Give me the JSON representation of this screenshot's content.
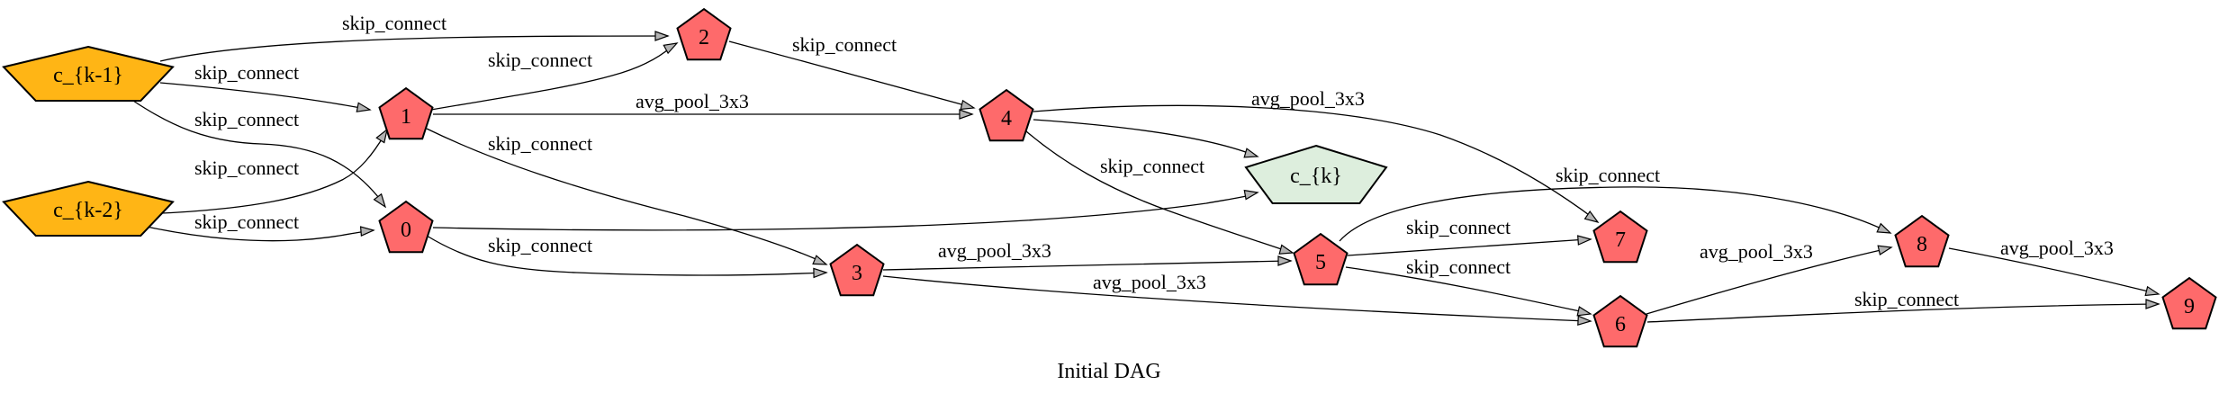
{
  "diagram": {
    "caption": "Initial DAG",
    "colors": {
      "input_node": "#ffb515",
      "op_node": "#fe6a6b",
      "output_node": "#ddeedd",
      "edge": "#000000",
      "arrowhead": "#b3b3b3"
    },
    "nodes": [
      {
        "id": "ck1",
        "label": "c_{k-1}",
        "role": "input"
      },
      {
        "id": "ck2",
        "label": "c_{k-2}",
        "role": "input"
      },
      {
        "id": "n0",
        "label": "0",
        "role": "op"
      },
      {
        "id": "n1",
        "label": "1",
        "role": "op"
      },
      {
        "id": "n2",
        "label": "2",
        "role": "op"
      },
      {
        "id": "n3",
        "label": "3",
        "role": "op"
      },
      {
        "id": "n4",
        "label": "4",
        "role": "op"
      },
      {
        "id": "n5",
        "label": "5",
        "role": "op"
      },
      {
        "id": "n6",
        "label": "6",
        "role": "op"
      },
      {
        "id": "n7",
        "label": "7",
        "role": "op"
      },
      {
        "id": "n8",
        "label": "8",
        "role": "op"
      },
      {
        "id": "n9",
        "label": "9",
        "role": "op"
      },
      {
        "id": "ck",
        "label": "c_{k}",
        "role": "output"
      }
    ],
    "edges": [
      {
        "id": "e-ck1-n2",
        "from": "ck1",
        "to": "n2",
        "label": "skip_connect"
      },
      {
        "id": "e-ck1-n1",
        "from": "ck1",
        "to": "n1",
        "label": "skip_connect"
      },
      {
        "id": "e-ck1-n0",
        "from": "ck1",
        "to": "n0",
        "label": "skip_connect"
      },
      {
        "id": "e-ck2-n1",
        "from": "ck2",
        "to": "n1",
        "label": "skip_connect"
      },
      {
        "id": "e-ck2-n0",
        "from": "ck2",
        "to": "n0",
        "label": "skip_connect"
      },
      {
        "id": "e-n1-n2",
        "from": "n1",
        "to": "n2",
        "label": "skip_connect"
      },
      {
        "id": "e-n1-n4",
        "from": "n1",
        "to": "n4",
        "label": "avg_pool_3x3"
      },
      {
        "id": "e-n1-n3",
        "from": "n1",
        "to": "n3",
        "label": "skip_connect"
      },
      {
        "id": "e-n0-n3",
        "from": "n0",
        "to": "n3",
        "label": "skip_connect"
      },
      {
        "id": "e-n0-ck",
        "from": "n0",
        "to": "ck",
        "label": ""
      },
      {
        "id": "e-n2-n4",
        "from": "n2",
        "to": "n4",
        "label": "skip_connect"
      },
      {
        "id": "e-n4-n7",
        "from": "n4",
        "to": "n7",
        "label": "avg_pool_3x3"
      },
      {
        "id": "e-n4-ck",
        "from": "n4",
        "to": "ck",
        "label": ""
      },
      {
        "id": "e-n4-n5",
        "from": "n4",
        "to": "n5",
        "label": "skip_connect"
      },
      {
        "id": "e-n3-n5",
        "from": "n3",
        "to": "n5",
        "label": "avg_pool_3x3"
      },
      {
        "id": "e-n3-n6",
        "from": "n3",
        "to": "n6",
        "label": "avg_pool_3x3"
      },
      {
        "id": "e-n5-n8",
        "from": "n5",
        "to": "n8",
        "label": "skip_connect"
      },
      {
        "id": "e-n5-n7",
        "from": "n5",
        "to": "n7",
        "label": "skip_connect"
      },
      {
        "id": "e-n5-n6",
        "from": "n5",
        "to": "n6",
        "label": "skip_connect"
      },
      {
        "id": "e-n6-n8",
        "from": "n6",
        "to": "n8",
        "label": "avg_pool_3x3"
      },
      {
        "id": "e-n6-n9",
        "from": "n6",
        "to": "n9",
        "label": "skip_connect"
      },
      {
        "id": "e-n8-n9",
        "from": "n8",
        "to": "n9",
        "label": "avg_pool_3x3"
      }
    ]
  }
}
